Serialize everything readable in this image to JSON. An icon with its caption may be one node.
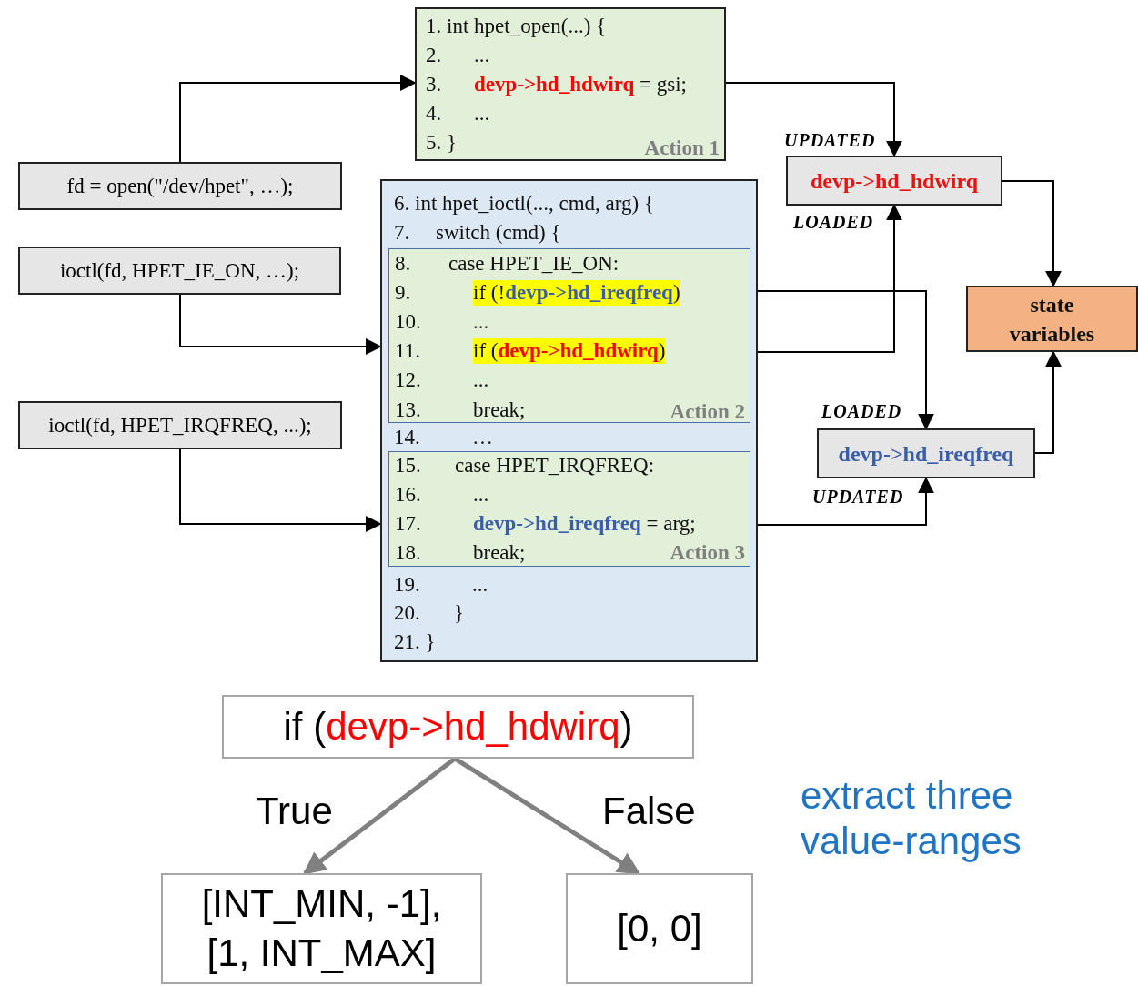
{
  "diagram": {
    "nodes": [
      {
        "text": [
          "fd = open(\"/dev/hpet\", …);"
        ]
      },
      {
        "text": [
          "ioctl(fd, HPET_IE_ON, …);"
        ]
      },
      {
        "text": [
          "ioctl(fd, HPET_IRQFREQ, ...);"
        ]
      },
      {
        "text": [
          "1. int hpet_open(...) {",
          "2. ...",
          "3. **devp->hd_hdwirq** = gsi;",
          "4. ...",
          "5. }",
          "Action 1"
        ]
      },
      {
        "text": [
          "6. int hpet_ioctl(..., cmd, arg) {",
          "7. switch (cmd) {",
          "14. …",
          "19. ...",
          "20. }",
          "21. }"
        ]
      },
      {
        "text": [
          "8. case HPET_IE_ON:",
          "9. if (!**devp->hd_ireqfreq**)",
          "10. ...",
          "11. if (**devp->hd_hdwirq**)",
          "12. ...",
          "13. break;",
          "Action 2"
        ],
        "in": 4
      },
      {
        "text": [
          "15. case HPET_IRQFREQ:",
          "16. ...",
          "17. **devp->hd_ireqfreq** = arg;",
          "18. break;",
          "Action 3"
        ],
        "in": 4
      },
      {
        "text": [
          "devp->hd_hdwirq"
        ]
      },
      {
        "text": [
          "state variables"
        ]
      },
      {
        "text": [
          "devp->hd_ireqfreq"
        ]
      },
      {
        "text": [
          "if (",
          "devp->hd_hdwirq",
          ")"
        ]
      },
      {
        "text": [
          "[INT_MIN, -1], [1, INT_MAX]"
        ]
      },
      {
        "text": [
          "[0, 0]"
        ]
      }
    ],
    "edges": [
      {
        "from": 0,
        "to": 3,
        "arrow": "to"
      },
      {
        "from": 1,
        "to": 4,
        "arrow": "to"
      },
      {
        "from": 2,
        "to": 4,
        "arrow": "to"
      },
      {
        "from": 3,
        "to": 7,
        "arrow": "to",
        "label": "UPDATED"
      },
      {
        "from": 5,
        "to": 7,
        "arrow": "to",
        "label": "LOADED"
      },
      {
        "from": 5,
        "to": 9,
        "arrow": "to",
        "label": "LOADED"
      },
      {
        "from": 6,
        "to": 9,
        "arrow": "to",
        "label": "UPDATED"
      },
      {
        "from": 7,
        "to": 8,
        "arrow": "to"
      },
      {
        "from": 9,
        "to": 8,
        "arrow": "to"
      },
      {
        "from": 10,
        "to": 11,
        "arrow": "to",
        "label": "True",
        "style": "thick",
        "color": "#808080"
      },
      {
        "from": 10,
        "to": 12,
        "arrow": "to",
        "label": "False",
        "style": "thick",
        "color": "#808080"
      }
    ],
    "labels": [
      "extract three value-ranges"
    ]
  }
}
